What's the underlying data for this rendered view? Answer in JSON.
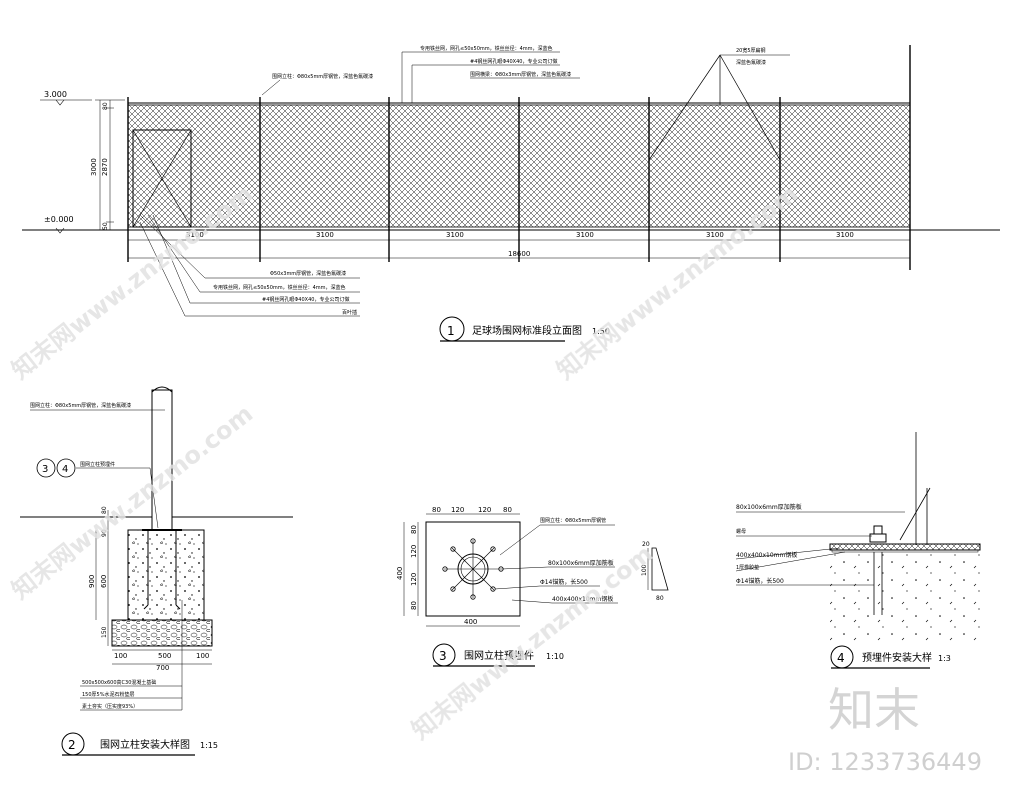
{
  "elevation": {
    "level_top": "3.000",
    "level_base": "±0.000",
    "dims_vertical": [
      "3000",
      "2870",
      "80",
      "50"
    ],
    "bay_labels": [
      "3100",
      "3100",
      "3100",
      "3100",
      "3100",
      "3100"
    ],
    "total_length": "18600",
    "note_post": "围网立柱：Φ80x5mm厚钢管，深蓝色氟碳漆",
    "note_frame": "专用铁丝网，网孔≤50x50mm，铁丝丝径：4mm，深蓝色",
    "note_mesh": "#4钢丝网孔眼Φ40X40，专业公司订做",
    "note_beam": "围网横梁：Φ80x3mm厚钢管，深蓝色氟碳漆",
    "note_corner": "20宽5厚扁钢",
    "note_corner2": "深蓝色氟碳漆",
    "note_pipe": "Φ50x3mm厚钢管，深蓝色氟碳漆",
    "note_frame2": "专用铁丝网，网孔≤50x50mm，铁丝丝径：4mm，深蓝色",
    "note_mesh2": "#4钢丝网孔眼Φ40X40，专业公司订做",
    "note_door": "百叶插",
    "title_num": "1",
    "title": "足球场围网标准段立面图",
    "scale": "1:50"
  },
  "detail2": {
    "note_post": "围网立柱：Φ80x5mm厚钢管，深蓝色氟碳漆",
    "ref_a": "3",
    "ref_b": "4",
    "ref_note": "围网立柱预埋件",
    "dims_vertical": [
      "80",
      "90",
      "900",
      "600",
      "150"
    ],
    "dims_horizontal": [
      "100",
      "500",
      "100"
    ],
    "total_width": "700",
    "note_concrete": "500x500x600高C30混凝土基础",
    "note_gravel": "150厚5%水泥石粉垫层",
    "note_soil": "素土夯实（压实度93%）",
    "title_num": "2",
    "title": "围网立柱安装大样图",
    "scale": "1:15"
  },
  "detail3": {
    "dims_top": [
      "80",
      "120",
      "120",
      "80"
    ],
    "dims_left": [
      "80",
      "120",
      "120",
      "80"
    ],
    "side_total": "400",
    "bottom_total": "400",
    "note_post": "围网立柱：Φ80x5mm厚钢管",
    "note_rib": "80x100x6mm厚加筋板",
    "note_anchor": "Φ14锚筋，长500",
    "note_plate": "400x400x10mm钢板",
    "rib_h": "20",
    "rib_v": "100",
    "rib_w": "80",
    "title_num": "3",
    "title": "围网立柱预埋件",
    "scale": "1:10"
  },
  "detail4": {
    "note_rib": "80x100x6mm厚加筋板",
    "note_nut": "螺母",
    "note_plate": "400x400x10mm钢板",
    "note_pad": "1厚橡胶垫",
    "note_anchor": "Φ14锚筋，长500",
    "title_num": "4",
    "title": "预埋件安装大样",
    "scale": "1:3"
  },
  "watermark": {
    "text": "知末网www.znzmo.com",
    "logo": "知末",
    "id_label": "ID: 1233736449"
  },
  "colors": {
    "line": "#000000",
    "watermark": "#d9d9d9"
  }
}
